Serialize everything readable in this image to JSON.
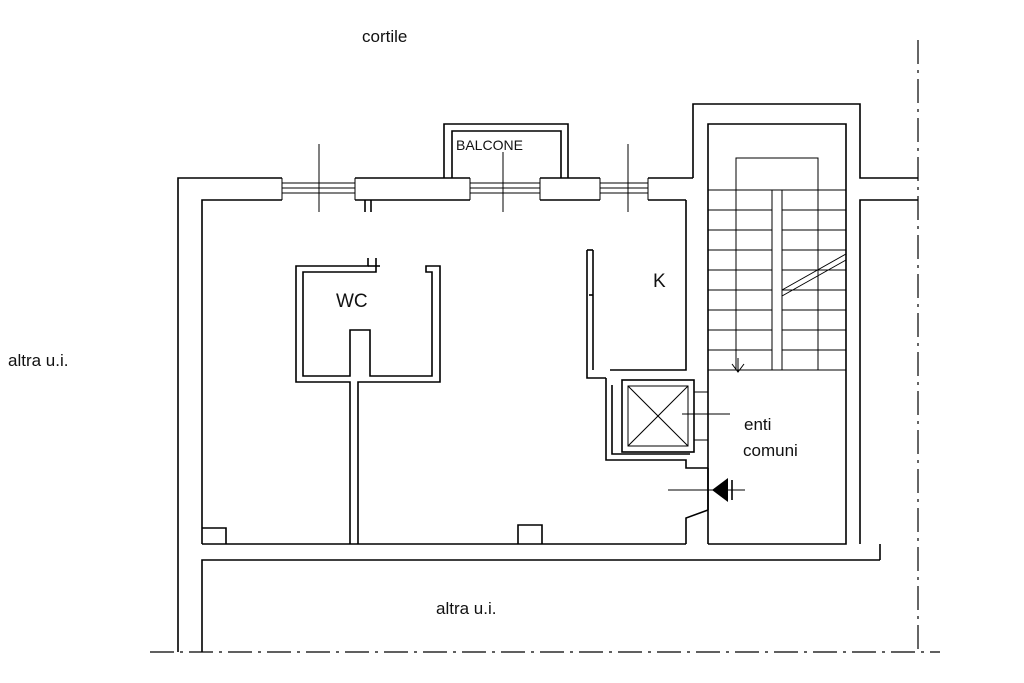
{
  "labels": {
    "courtyard": "cortile",
    "neighbor_left": "altra u.i.",
    "neighbor_bottom": "altra u.i.",
    "balcony": "BALCONE",
    "wc": "WC",
    "kitchen": "K",
    "common_line1": "enti",
    "common_line2": "comuni"
  }
}
